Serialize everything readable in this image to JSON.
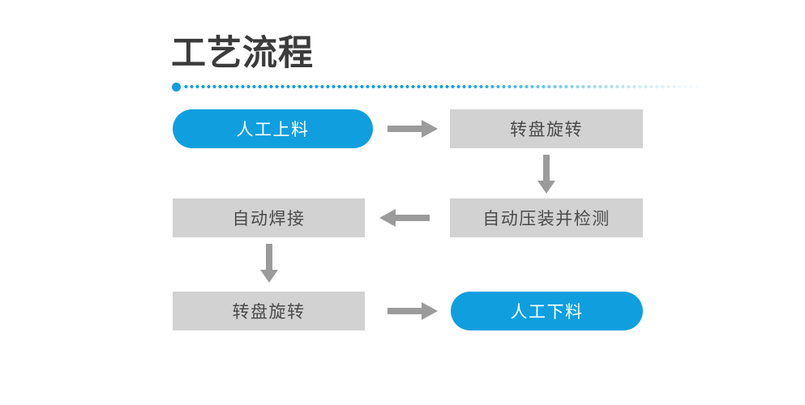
{
  "page": {
    "title": "工艺流程",
    "background_color": "#ffffff",
    "title_color": "#3b3b3b"
  },
  "divider": {
    "lead_dot_color": "#0f9fdf",
    "dot_color": "#0f9fdf",
    "style": "dotted-fade-right"
  },
  "palette": {
    "accent_blue": "#0f9fdf",
    "node_gray": "#d2d2d2",
    "node_text_gray": "#4a4a4a",
    "node_text_white": "#ffffff",
    "arrow_gray": "#9b9b9b"
  },
  "flow": {
    "nodes": [
      {
        "id": "manual-load",
        "label": "人工上料",
        "style": "blue",
        "row": 1,
        "column": "left"
      },
      {
        "id": "turntable-1",
        "label": "转盘旋转",
        "style": "gray",
        "row": 1,
        "column": "right"
      },
      {
        "id": "auto-weld",
        "label": "自动焊接",
        "style": "gray",
        "row": 2,
        "column": "left"
      },
      {
        "id": "press-inspect",
        "label": "自动压装并检测",
        "style": "gray",
        "row": 2,
        "column": "right"
      },
      {
        "id": "turntable-2",
        "label": "转盘旋转",
        "style": "gray",
        "row": 3,
        "column": "left"
      },
      {
        "id": "manual-unload",
        "label": "人工下料",
        "style": "blue",
        "row": 3,
        "column": "right"
      }
    ],
    "connectors": [
      {
        "id": "c1",
        "from": "manual-load",
        "to": "turntable-1",
        "direction": "right"
      },
      {
        "id": "c2",
        "from": "turntable-1",
        "to": "press-inspect",
        "direction": "down"
      },
      {
        "id": "c3",
        "from": "press-inspect",
        "to": "auto-weld",
        "direction": "left"
      },
      {
        "id": "c4",
        "from": "auto-weld",
        "to": "turntable-2",
        "direction": "down"
      },
      {
        "id": "c5",
        "from": "turntable-2",
        "to": "manual-unload",
        "direction": "right"
      }
    ]
  }
}
